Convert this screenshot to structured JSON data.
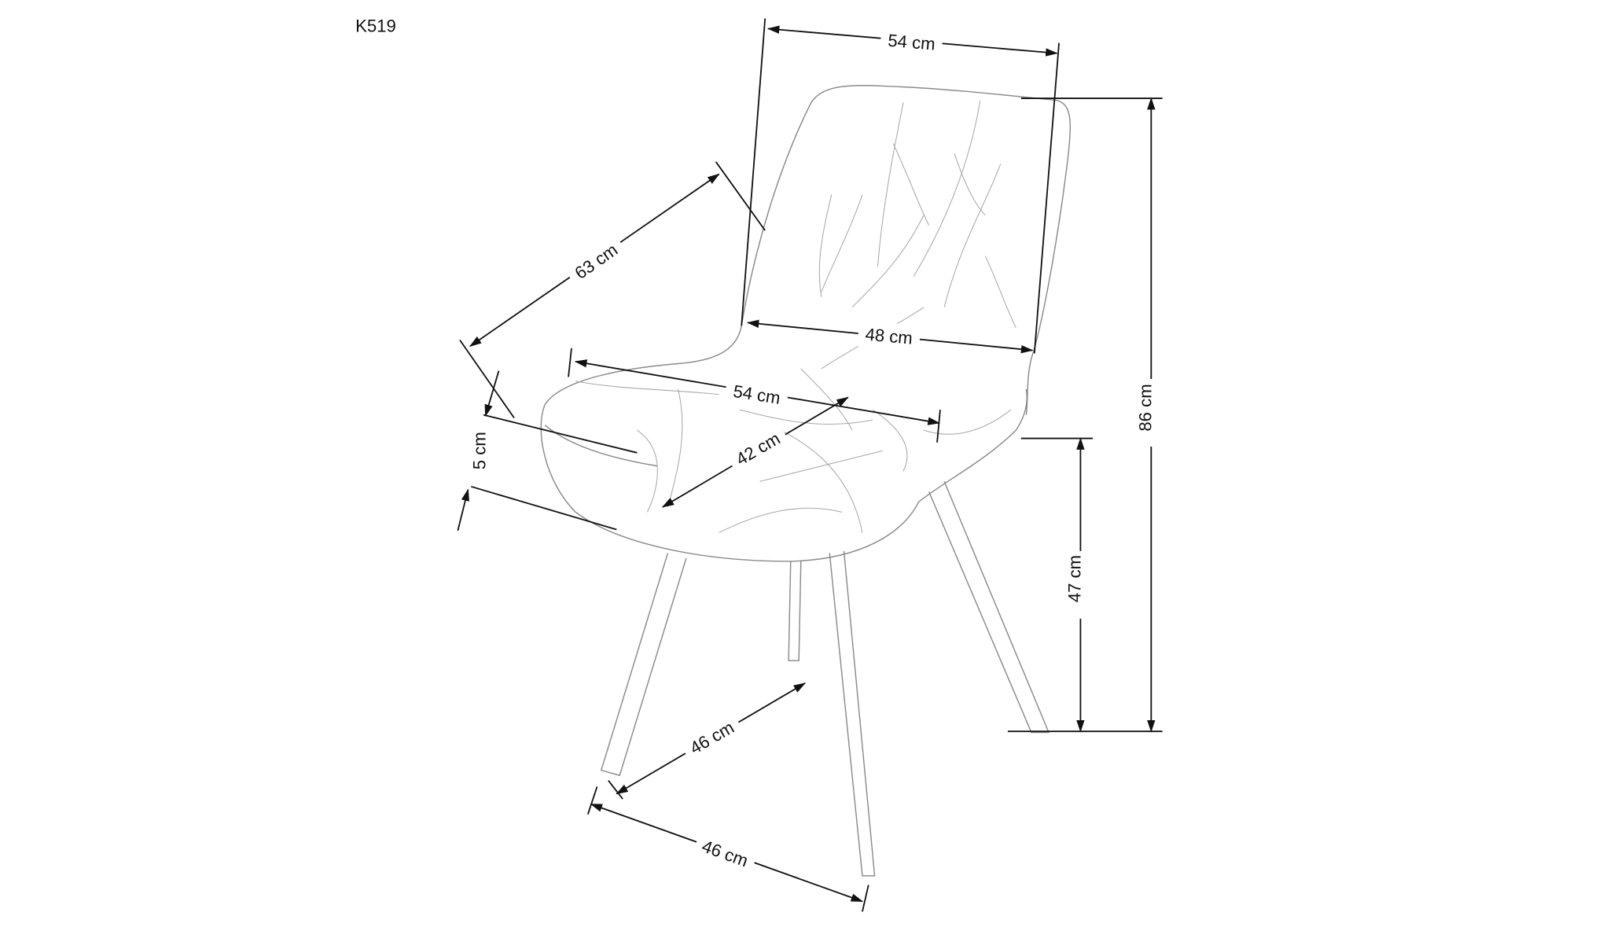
{
  "model": "K519",
  "dimensions": {
    "backrest_width": "54 cm",
    "total_height": "86 cm",
    "seat_height": "47 cm",
    "depth": "63 cm",
    "inner_back_width": "48 cm",
    "seat_width": "54 cm",
    "seat_depth": "42 cm",
    "seat_thickness": "5 cm",
    "leg_span_side": "46 cm",
    "leg_span_front": "46 cm"
  }
}
